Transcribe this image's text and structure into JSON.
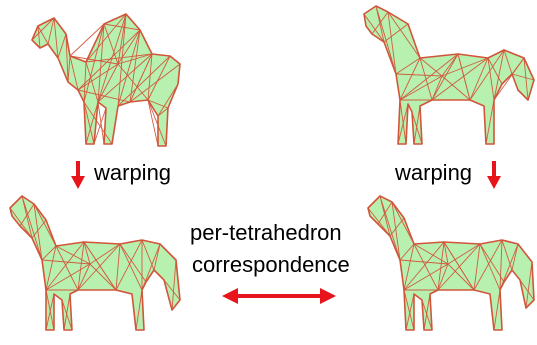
{
  "figure": {
    "labels": {
      "warping_left": "warping",
      "warping_right": "warping",
      "correspondence_line1": "per-tetrahedron",
      "correspondence_line2": "correspondence"
    },
    "meshes": [
      {
        "id": "camel-source",
        "animal": "camel"
      },
      {
        "id": "horse-source",
        "animal": "horse"
      },
      {
        "id": "camel-warped",
        "animal": "horse-shaped camel"
      },
      {
        "id": "horse-warped",
        "animal": "horse-shaped horse"
      }
    ],
    "colors": {
      "mesh_fill": "#b8f0b0",
      "mesh_edge": "#d2553a",
      "arrow": "#e8141c",
      "text": "#000000"
    }
  }
}
